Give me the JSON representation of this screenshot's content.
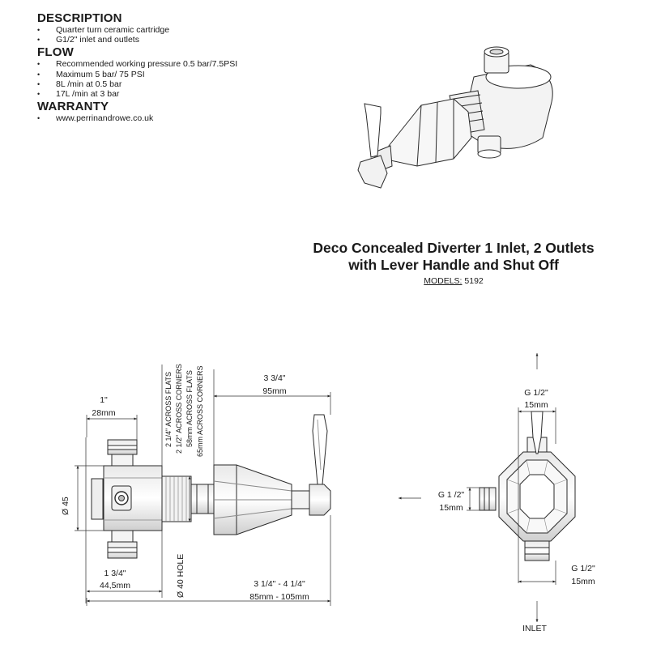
{
  "spec": {
    "description": {
      "heading": "DESCRIPTION",
      "items": [
        "Quarter turn ceramic cartridge",
        "G1/2\" inlet and outlets"
      ]
    },
    "flow": {
      "heading": "FLOW",
      "items": [
        "Recommended working pressure 0.5 bar/7.5PSI",
        "Maximum 5 bar/ 75 PSI",
        "8L /min at 0.5 bar",
        "17L /min at 3 bar"
      ]
    },
    "warranty": {
      "heading": "WARRANTY",
      "items": [
        "www.perrinandrowe.co.uk"
      ]
    }
  },
  "product": {
    "title_line1": "Deco Concealed Diverter 1 Inlet, 2 Outlets",
    "title_line2": "with Lever Handle and Shut Off",
    "models_label": "MODELS:",
    "models_value": "5192"
  },
  "side_view": {
    "top_outlet_imperial": "1\"",
    "top_outlet_metric": "28mm",
    "body_diameter": "Ø 45",
    "bottom_imperial": "1 3/4\"",
    "bottom_metric": "44,5mm",
    "hole": "Ø 40 HOLE",
    "flats_imperial": "2 1/4\" ACROSS FLATS",
    "corners_imperial": "2 1/2\" ACROSS CORNERS",
    "flats_metric": "58mm ACROSS FLATS",
    "corners_metric": "65mm ACROSS CORNERS",
    "projection_imperial": "3 3/4\"",
    "projection_metric": "95mm",
    "depth_imperial": "3 1/4\" - 4 1/4\"",
    "depth_metric": "85mm - 105mm"
  },
  "front_view": {
    "top_label": "G 1/2\"",
    "top_metric": "15mm",
    "left_label": "G 1 /2\"",
    "left_metric": "15mm",
    "bottom_label": "G 1/2\"",
    "bottom_metric": "15mm",
    "inlet": "INLET"
  }
}
